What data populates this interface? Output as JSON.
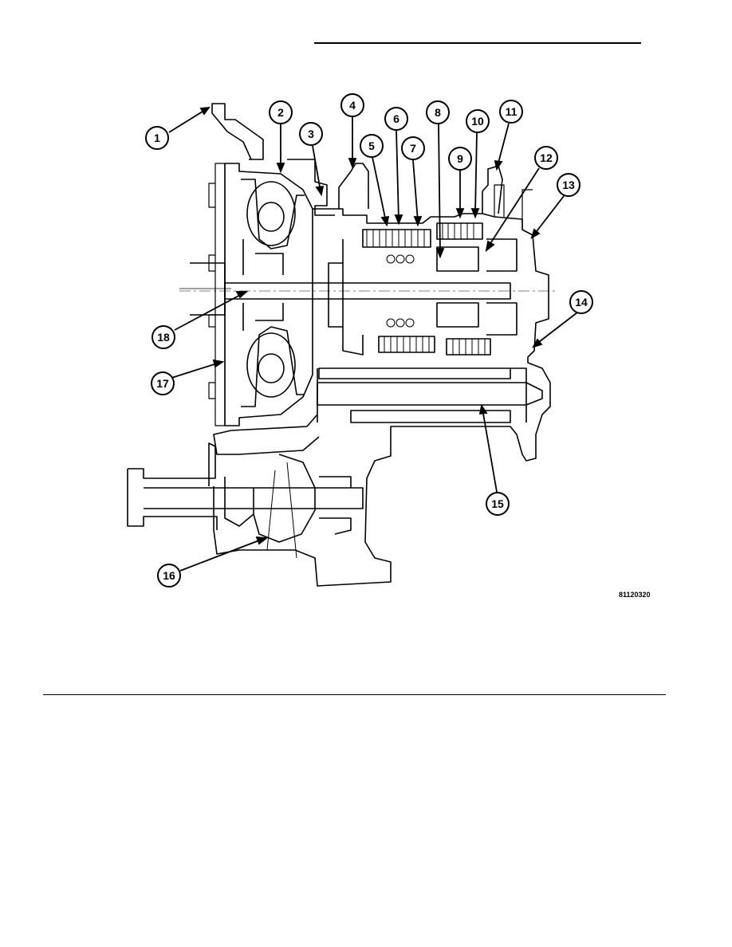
{
  "figure": {
    "code": "81120320",
    "callouts": [
      "1",
      "2",
      "3",
      "4",
      "5",
      "6",
      "7",
      "8",
      "9",
      "10",
      "11",
      "12",
      "13",
      "14",
      "15",
      "16",
      "17",
      "18"
    ]
  }
}
